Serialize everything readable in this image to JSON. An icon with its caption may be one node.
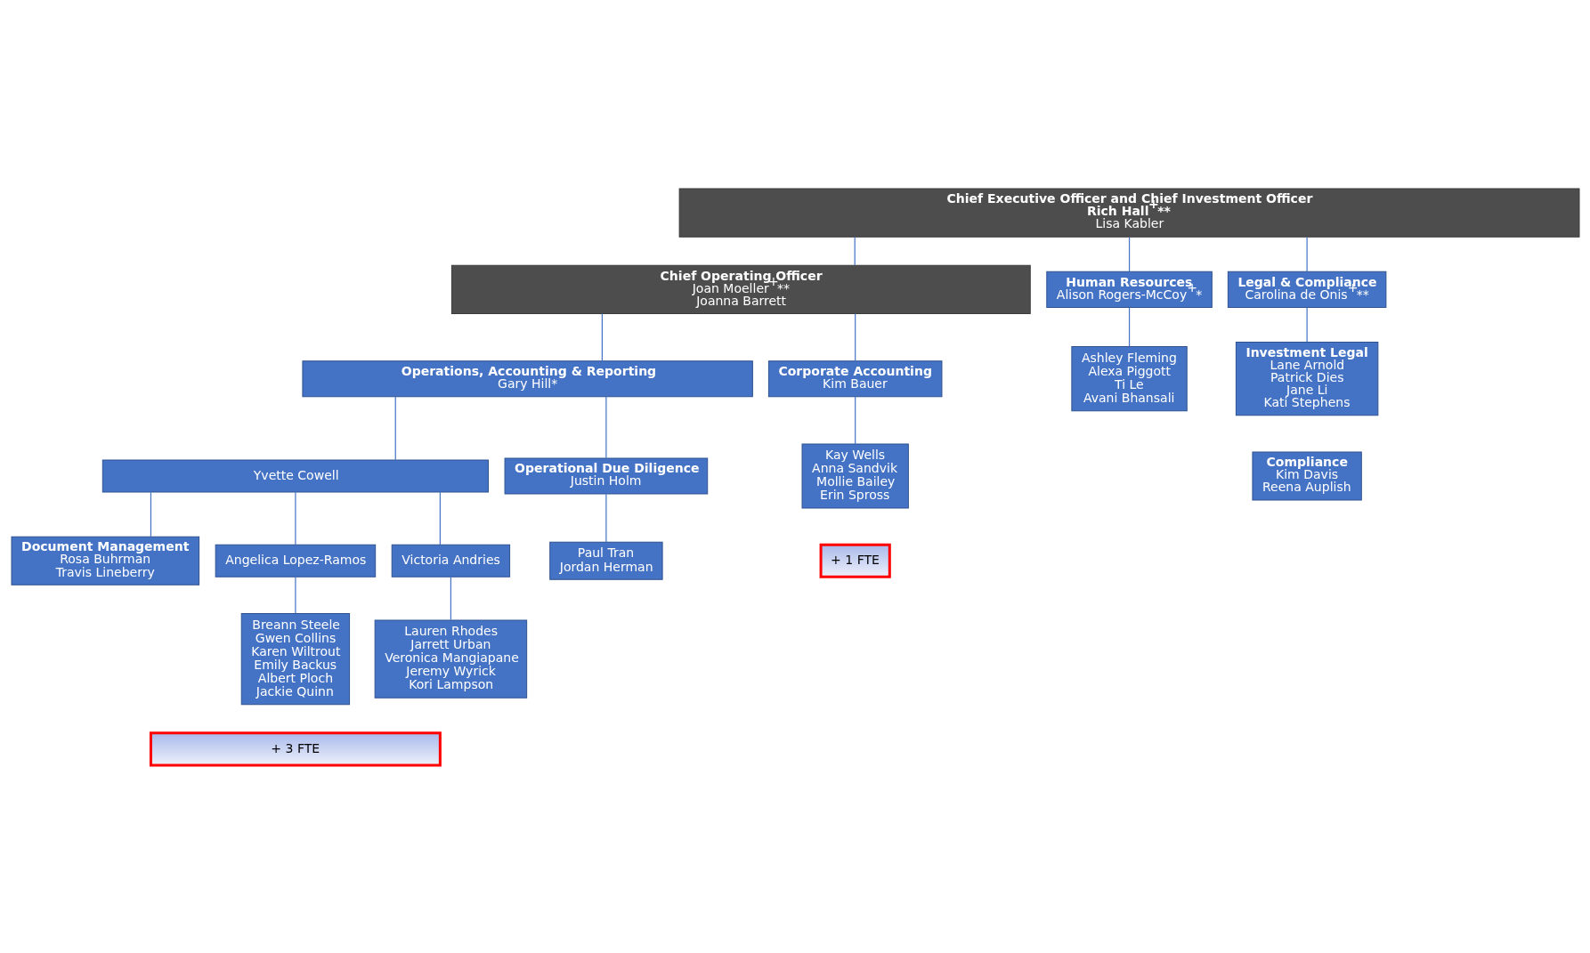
{
  "diagram": {
    "nodes": [
      {
        "text": [
          "Chief Executive Officer and Chief Investment Officer",
          "Rich Hall$^{+}$**",
          "Lisa Kabler"
        ]
      },
      {
        "text": [
          "Chief Operating Officer",
          "Joan Moeller$^{+}$**",
          "Joanna Barrett"
        ]
      },
      {
        "text": [
          "Operations, Accounting & Reporting",
          "Gary Hill*"
        ]
      },
      {
        "text": [
          "Corporate Accounting",
          "Kim Bauer"
        ]
      },
      {
        "text": [
          "Human Resources",
          "Alison Rogers-McCoy$^{+}$*"
        ]
      },
      {
        "text": [
          "Legal & Compliance",
          "Carolina de Onis$^{+}$**"
        ]
      },
      {
        "text": [
          "Yvette Cowell"
        ]
      },
      {
        "text": [
          "Operational Due Diligence",
          "Justin Holm"
        ]
      },
      {
        "text": [
          "Kay Wells",
          "Anna Sandvik",
          "Mollie Bailey",
          "Erin Spross"
        ]
      },
      {
        "text": [
          "+ 1 FTE"
        ]
      },
      {
        "text": [
          "Ashley Fleming",
          "Alexa Piggott",
          "Ti Le",
          "Avani Bhansali"
        ]
      },
      {
        "text": [
          "Investment Legal",
          "Lane Arnold",
          "Patrick Dies",
          "Jane Li",
          "Kati Stephens"
        ]
      },
      {
        "text": [
          "Compliance",
          "Kim Davis",
          "Reena Auplish"
        ]
      },
      {
        "text": [
          "Document Management",
          "Rosa Buhrman",
          "Travis Lineberry"
        ]
      },
      {
        "text": [
          "Angelica Lopez-Ramos"
        ]
      },
      {
        "text": [
          "Victoria Andries"
        ]
      },
      {
        "text": [
          "Paul Tran",
          "Jordan Herman"
        ]
      },
      {
        "text": [
          "Breann Steele",
          "Gwen Collins",
          "Karen Wiltrout",
          "Emily Backus",
          "Albert Ploch",
          "Jackie Quinn"
        ]
      },
      {
        "text": [
          "Lauren Rhodes",
          "Jarrett Urban",
          "Veronica Mangiapane",
          "Jeremy Wyrick",
          "Kori Lampson"
        ]
      },
      {
        "text": [
          "+ 3 FTE"
        ]
      }
    ],
    "edges": [
      {
        "from": 0,
        "to": 1,
        "arrow": "none"
      },
      {
        "from": 0,
        "to": 4,
        "arrow": "none"
      },
      {
        "from": 0,
        "to": 5,
        "arrow": "none"
      },
      {
        "from": 1,
        "to": 2,
        "arrow": "none"
      },
      {
        "from": 1,
        "to": 3,
        "arrow": "none"
      },
      {
        "from": 2,
        "to": 6,
        "arrow": "none"
      },
      {
        "from": 2,
        "to": 7,
        "arrow": "none"
      },
      {
        "from": 3,
        "to": 8,
        "arrow": "none"
      },
      {
        "from": 4,
        "to": 10,
        "arrow": "none"
      },
      {
        "from": 5,
        "to": 11,
        "arrow": "none"
      },
      {
        "from": 6,
        "to": 13,
        "arrow": "none"
      },
      {
        "from": 6,
        "to": 14,
        "arrow": "none"
      },
      {
        "from": 6,
        "to": 15,
        "arrow": "none"
      },
      {
        "from": 7,
        "to": 16,
        "arrow": "none"
      },
      {
        "from": 14,
        "to": 17,
        "arrow": "none"
      },
      {
        "from": 15,
        "to": 18,
        "arrow": "none"
      }
    ]
  }
}
